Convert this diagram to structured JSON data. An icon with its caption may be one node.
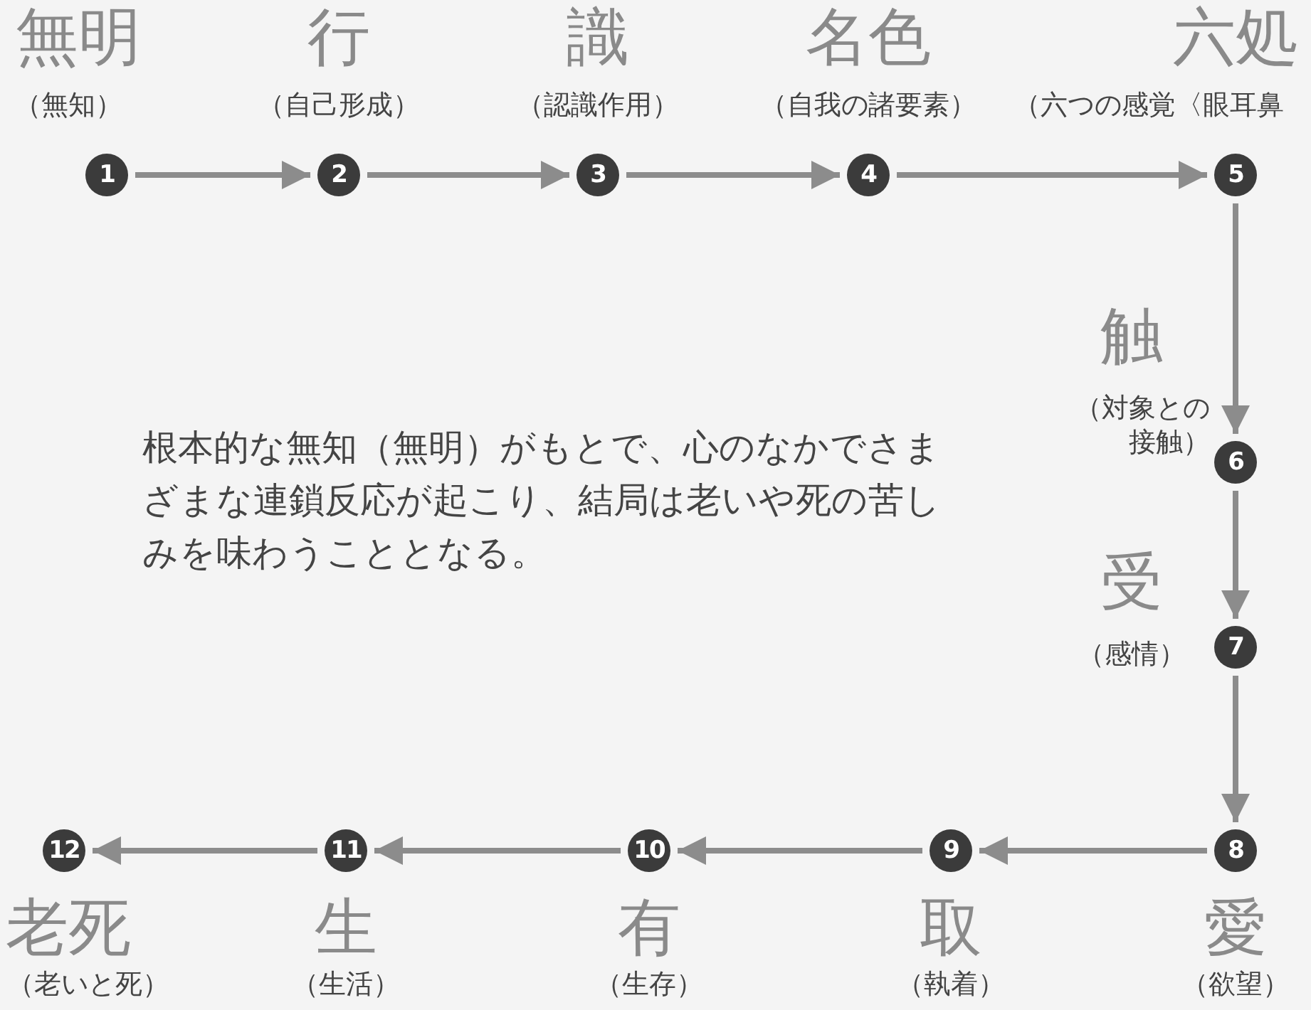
{
  "diagram": {
    "nodes": [
      {
        "text": [
          "1"
        ],
        "beside": [
          "無明",
          "（無知）"
        ]
      },
      {
        "text": [
          "2"
        ],
        "beside": [
          "行",
          "（自己形成）"
        ]
      },
      {
        "text": [
          "3"
        ],
        "beside": [
          "識",
          "（認識作用）"
        ]
      },
      {
        "text": [
          "4"
        ],
        "beside": [
          "名色",
          "（自我の諸要素）"
        ]
      },
      {
        "text": [
          "5"
        ],
        "beside": [
          "六処",
          "（六つの感覚〈眼耳鼻"
        ]
      },
      {
        "text": [
          "6"
        ],
        "beside": [
          "触",
          "（対象との接触）"
        ]
      },
      {
        "text": [
          "7"
        ],
        "beside": [
          "受",
          "（感情）"
        ]
      },
      {
        "text": [
          "8"
        ],
        "beside": [
          "愛",
          "（欲望）"
        ]
      },
      {
        "text": [
          "9"
        ],
        "beside": [
          "取",
          "（執着）"
        ]
      },
      {
        "text": [
          "10"
        ],
        "beside": [
          "有",
          "（生存）"
        ]
      },
      {
        "text": [
          "11"
        ],
        "beside": [
          "生",
          "（生活）"
        ]
      },
      {
        "text": [
          "12"
        ],
        "beside": [
          "老死",
          "（老いと死）"
        ]
      }
    ],
    "edges": [
      {
        "from": 0,
        "to": 1,
        "arrow": "to"
      },
      {
        "from": 1,
        "to": 2,
        "arrow": "to"
      },
      {
        "from": 2,
        "to": 3,
        "arrow": "to"
      },
      {
        "from": 3,
        "to": 4,
        "arrow": "to"
      },
      {
        "from": 4,
        "to": 5,
        "arrow": "to"
      },
      {
        "from": 5,
        "to": 6,
        "arrow": "to"
      },
      {
        "from": 6,
        "to": 7,
        "arrow": "to"
      },
      {
        "from": 7,
        "to": 8,
        "arrow": "to"
      },
      {
        "from": 8,
        "to": 9,
        "arrow": "to"
      },
      {
        "from": 9,
        "to": 10,
        "arrow": "to"
      },
      {
        "from": 10,
        "to": 11,
        "arrow": "to"
      }
    ],
    "labels": [
      "根本的な無知（無明）がもとで、心のなかでさまざまな連鎖反応が起こり、結局は老いや死の苦しみを味わうこととなる。"
    ]
  }
}
